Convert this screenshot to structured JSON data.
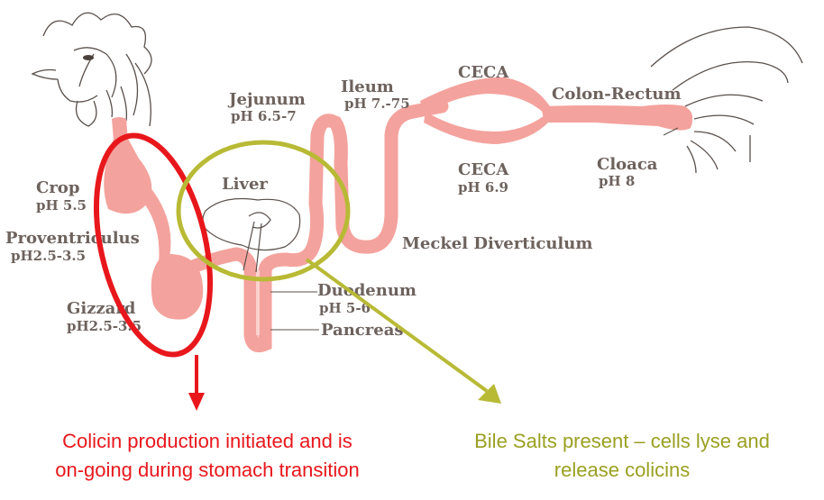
{
  "labels": {
    "crop": {
      "name": "Crop",
      "ph": "pH 5.5"
    },
    "proventriculus": {
      "name": "Proventriculus",
      "ph": "pH2.5-3.5"
    },
    "gizzard": {
      "name": "Gizzard",
      "ph": "pH2.5-3.5"
    },
    "liver": {
      "name": "Liver"
    },
    "jejunum": {
      "name": "Jejunum",
      "ph": "pH 6.5-7"
    },
    "ileum": {
      "name": "Ileum",
      "ph": "pH 7.-75"
    },
    "ceca_top": {
      "name": "CECA"
    },
    "ceca_bottom": {
      "name": "CECA",
      "ph": "pH 6.9"
    },
    "colon_rectum": {
      "name": "Colon-Rectum"
    },
    "cloaca": {
      "name": "Cloaca",
      "ph": "pH 8"
    },
    "meckel": {
      "name": "Meckel Diverticulum"
    },
    "duodenum": {
      "name": "Duodenum",
      "ph": "pH 5-6"
    },
    "pancreas": {
      "name": "Pancreas"
    }
  },
  "captions": {
    "red": {
      "line1": "Colicin production initiated and is",
      "line2": "on-going during stomach transition"
    },
    "yellow": {
      "line1": "Bile Salts present – cells lyse and",
      "line2": "release colicins"
    }
  },
  "colors": {
    "organ_fill": "#f4a29d",
    "outline": "#5a4f4a",
    "label_text": "#6e625d",
    "red_highlight": "#e8171c",
    "yellow_highlight": "#b8ba35",
    "yellow_text": "#9aa021"
  }
}
